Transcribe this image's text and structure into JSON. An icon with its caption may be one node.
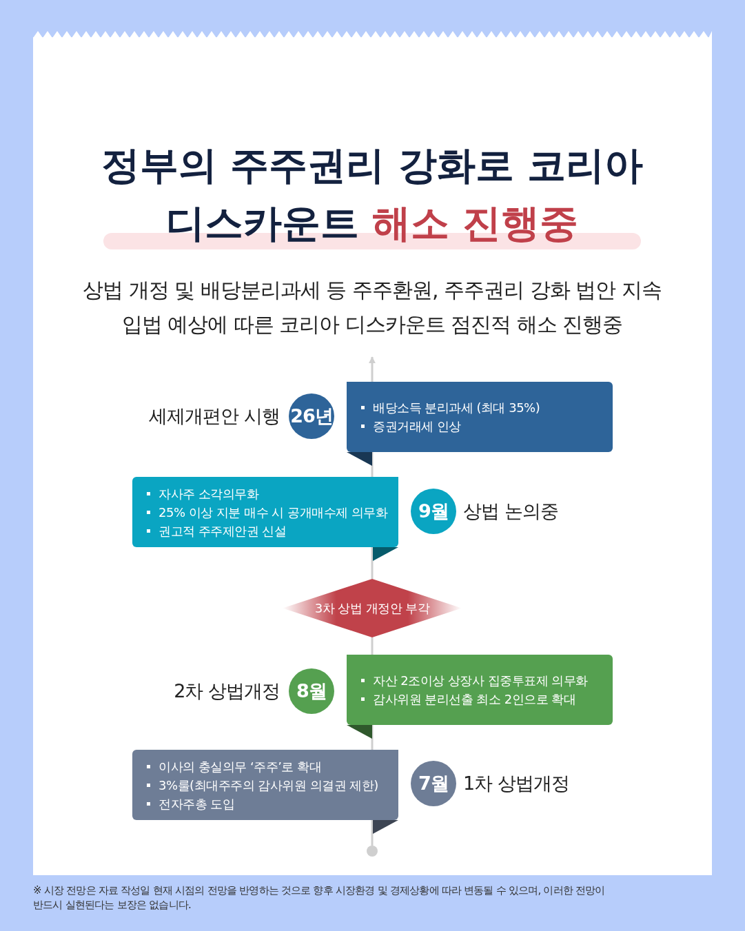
{
  "diagram": {
    "title": "정부의 주주권리 강화로 코리아디스카운트 해소 진행중",
    "nodes": [
      {
        "text": [
          "26년"
        ],
        "beside": [
          "세제개편안 시행"
        ]
      },
      {
        "text": [
          "배당소득 분리과세 (최대 35%)",
          "증권거래세 인상"
        ]
      },
      {
        "text": [
          "자사주 소각의무화",
          "25% 이상 지분 매수 시 공개매수제 의무화",
          "권고적 주주제안권 신설"
        ]
      },
      {
        "text": [
          "9월"
        ],
        "beside": [
          "상법 논의중"
        ]
      },
      {
        "text": [
          "3차 상법 개정안 부각"
        ]
      },
      {
        "text": [
          "8월"
        ],
        "beside": [
          "2차 상법개정"
        ]
      },
      {
        "text": [
          "자산 2조이상 상장사 집중투표제 의무화",
          "감사위원 분리선출 최소 2인으로 확대"
        ]
      },
      {
        "text": [
          "이사의 충실의무 ‘주주’로 확대",
          "3%룰(최대주주의 감사위원 의결권 제한)",
          "전자주총 도입"
        ]
      },
      {
        "text": [
          "7월"
        ],
        "beside": [
          "1차 상법개정"
        ]
      },
      {
        "text": [],
        "shape": "circle"
      }
    ],
    "edges": [
      {
        "from": 9,
        "to": 7,
        "arrow": "none"
      },
      {
        "from": 7,
        "to": 6,
        "arrow": "none"
      },
      {
        "from": 6,
        "to": 4,
        "arrow": "none"
      },
      {
        "from": 4,
        "to": 2,
        "arrow": "none"
      },
      {
        "from": 2,
        "to": 1,
        "arrow": "none"
      },
      {
        "from": 1,
        "to": null,
        "arrow": "to"
      }
    ],
    "labels": [
      "상법 개정 및 배당분리과세 등 주주환원, 주주권리 강화 법안 지속 입법 예상에 따른 코리아 디스카운트 점진적 해소 진행중",
      "※ 시장 전망은 자료 작성일 현재 시점의 전망을 반영하는 것으로 향후 시장환경 및 경제상황에 따라 변동될 수 있으며, 이러한 전망이 반드시 실현된다는 보장은 없습니다."
    ]
  }
}
